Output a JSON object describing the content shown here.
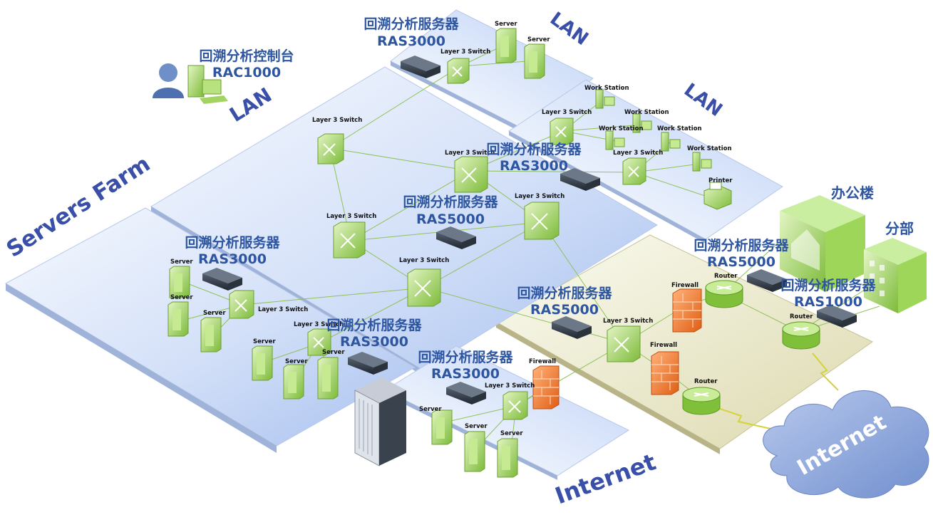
{
  "zones": {
    "lan_top": "LAN",
    "lan_right": "LAN",
    "lan_left": "LAN",
    "servers_farm": "Servers Farm",
    "internet_zone": "Internet",
    "internet_cloud": "Internet"
  },
  "analyzers": [
    {
      "title": "回溯分析服务器",
      "model": "RAS3000"
    },
    {
      "title": "回溯分析控制台",
      "model": "RAC1000"
    },
    {
      "title": "回溯分析服务器",
      "model": "RAS3000"
    },
    {
      "title": "回溯分析服务器",
      "model": "RAS5000"
    },
    {
      "title": "回溯分析服务器",
      "model": "RAS3000"
    },
    {
      "title": "回溯分析服务器",
      "model": "RAS3000"
    },
    {
      "title": "回溯分析服务器",
      "model": "RAS5000"
    },
    {
      "title": "回溯分析服务器",
      "model": "RAS3000"
    },
    {
      "title": "回溯分析服务器",
      "model": "RAS5000"
    },
    {
      "title": "回溯分析服务器",
      "model": "RAS1000"
    }
  ],
  "buildings": {
    "office": "办公楼",
    "branch": "分部"
  },
  "device_labels": {
    "switch": "Layer 3 Switch",
    "server": "Server",
    "workstation": "Work Station",
    "printer": "Printer",
    "firewall": "Firewall",
    "router": "Router"
  },
  "colors": {
    "plane_blue": "#c9d8f4",
    "plane_olive": "#e3e1bf",
    "device_green": "#8cc63f",
    "firewall_orange": "#f07a2b",
    "label_blue": "#2d55a0",
    "cloud_blue": "#8ea7da"
  }
}
